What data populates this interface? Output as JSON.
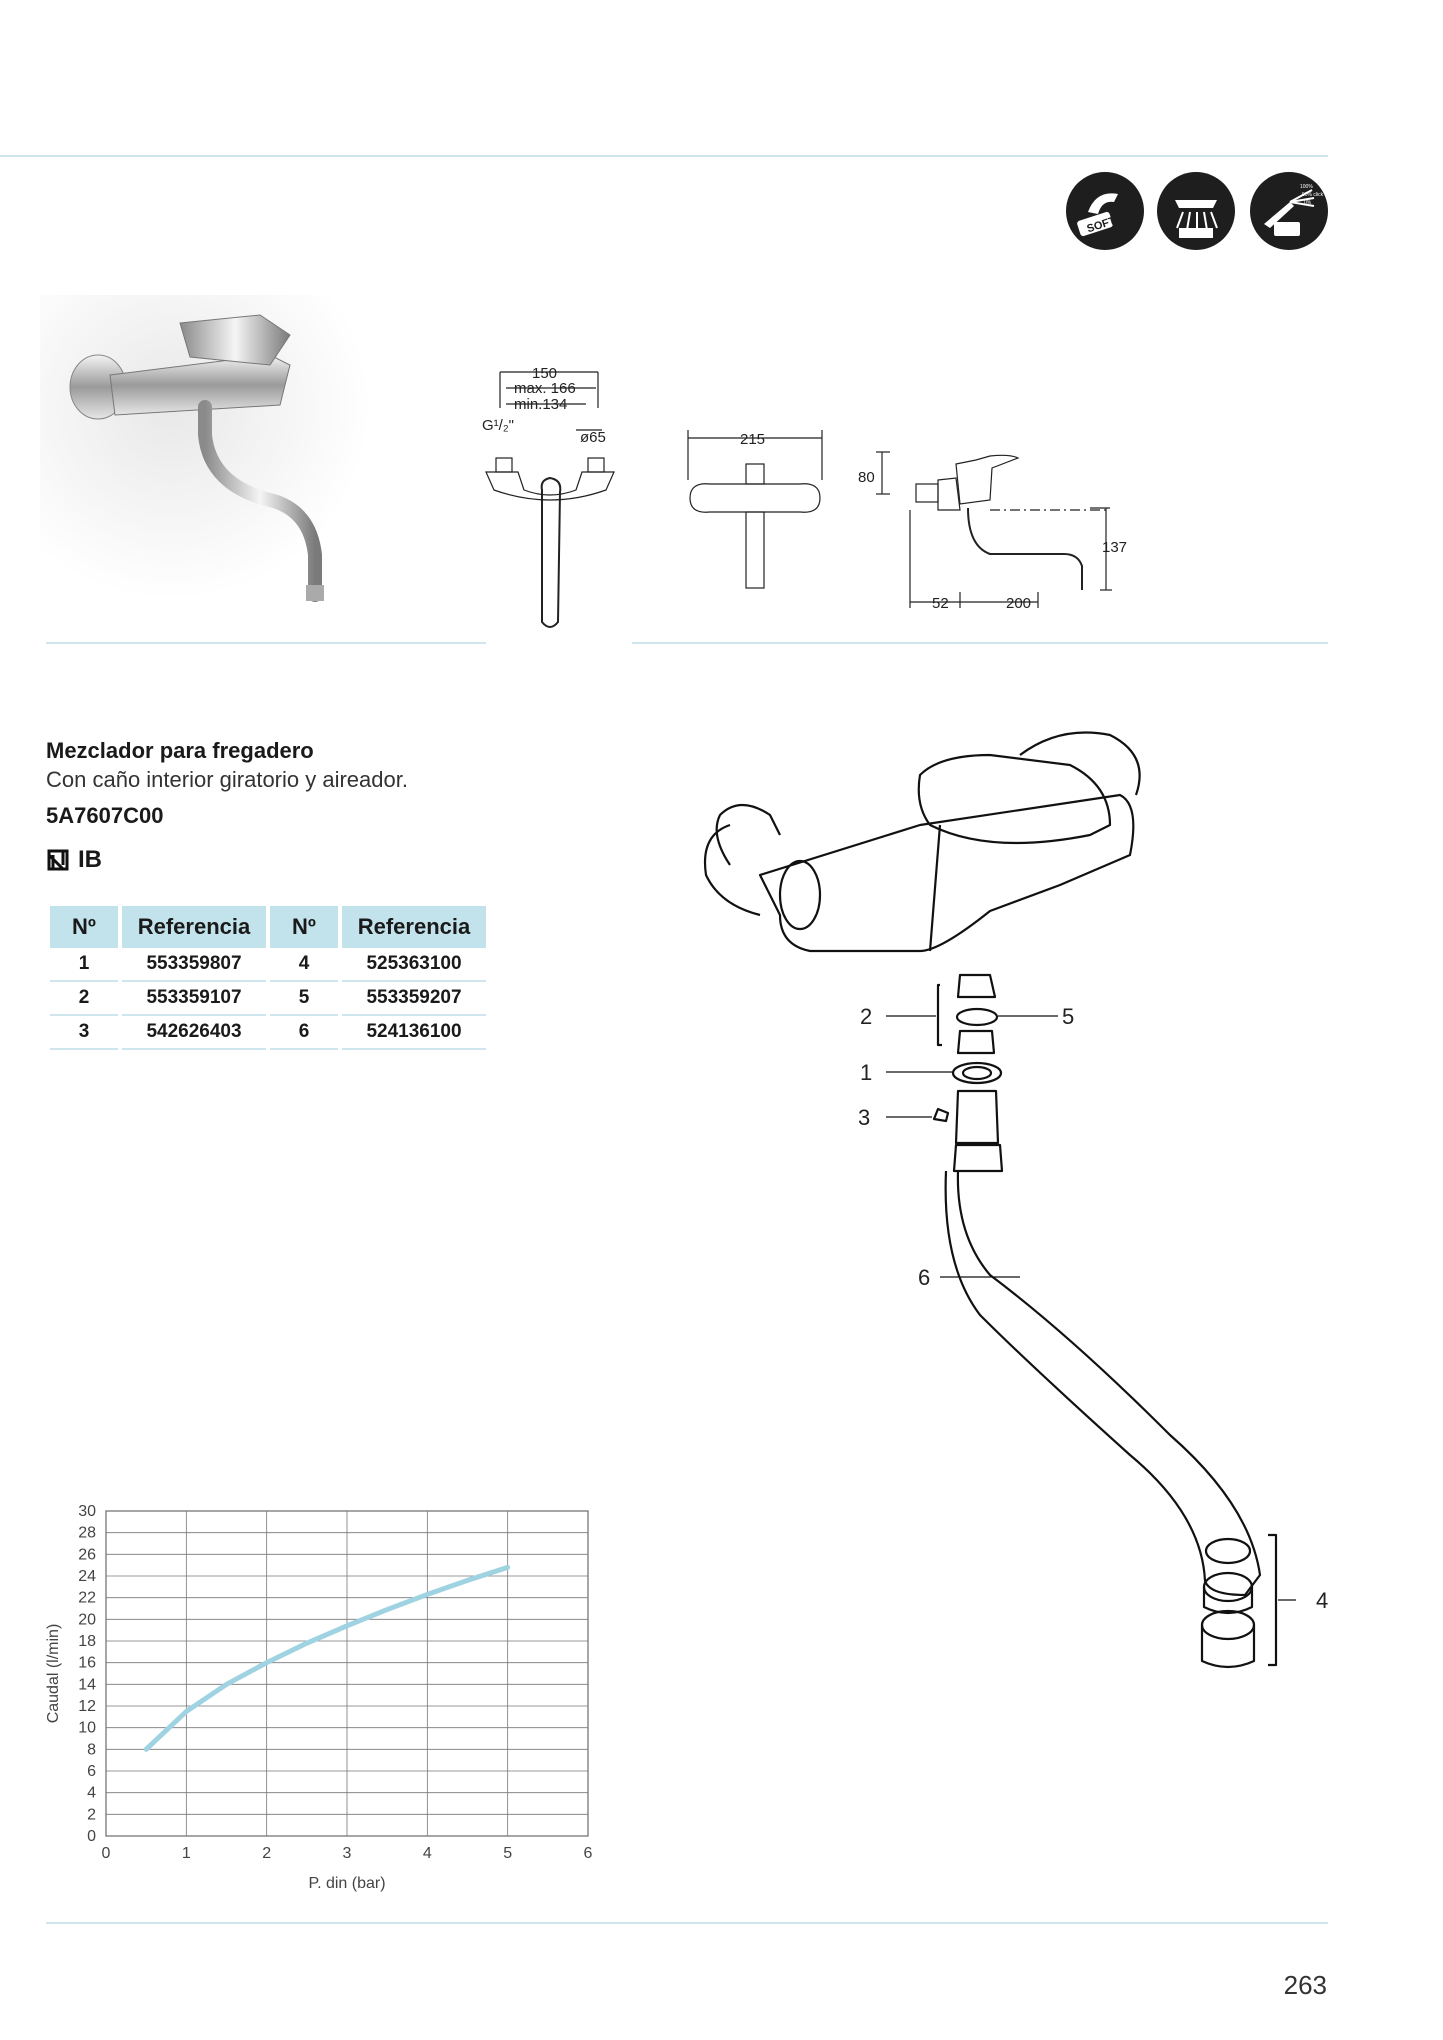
{
  "product": {
    "title": "Mezclador para fregadero",
    "subtitle": "Con caño interior giratorio y aireador.",
    "code": "5A7607C00",
    "brand_label": "IB"
  },
  "feature_icons": [
    {
      "name": "soft-close-icon",
      "label": "SOFT"
    },
    {
      "name": "shower-spray-icon"
    },
    {
      "name": "eco-click-lever-icon",
      "labels": [
        "100%",
        "50% click",
        "0%"
      ]
    }
  ],
  "dimensions": {
    "front": {
      "width": "150",
      "max": "max. 166",
      "min": "min.134",
      "thread": "G¹/₂\"",
      "rosette": "ø65"
    },
    "top": {
      "width": "215"
    },
    "side": {
      "height": "80",
      "depth": "137",
      "wall": "52",
      "reach": "200"
    }
  },
  "parts_table": {
    "headers": [
      "Nº",
      "Referencia",
      "Nº",
      "Referencia"
    ],
    "rows": [
      [
        "1",
        "553359807",
        "4",
        "525363100"
      ],
      [
        "2",
        "553359107",
        "5",
        "553359207"
      ],
      [
        "3",
        "542626403",
        "6",
        "524136100"
      ]
    ]
  },
  "exploded_callouts": [
    "2",
    "5",
    "1",
    "3",
    "6",
    "4"
  ],
  "chart_data": {
    "type": "line",
    "xlabel": "P. din (bar)",
    "ylabel": "Caudal (l/min)",
    "xlim": [
      0,
      6
    ],
    "ylim": [
      0,
      30
    ],
    "xticks": [
      "0",
      "1",
      "2",
      "3",
      "4",
      "5",
      "6"
    ],
    "yticks": [
      "0",
      "2",
      "4",
      "6",
      "8",
      "10",
      "12",
      "14",
      "16",
      "18",
      "20",
      "22",
      "24",
      "26",
      "28",
      "30"
    ],
    "grid": true,
    "series": [
      {
        "values": [
          [
            0.5,
            8
          ],
          [
            1,
            11.5
          ],
          [
            1.5,
            14
          ],
          [
            2,
            16
          ],
          [
            2.5,
            17.8
          ],
          [
            3,
            19.4
          ],
          [
            3.5,
            20.9
          ],
          [
            4,
            22.3
          ],
          [
            4.5,
            23.6
          ],
          [
            5,
            24.8
          ]
        ],
        "color": "#9fd3e2"
      }
    ]
  },
  "page_number": "263"
}
